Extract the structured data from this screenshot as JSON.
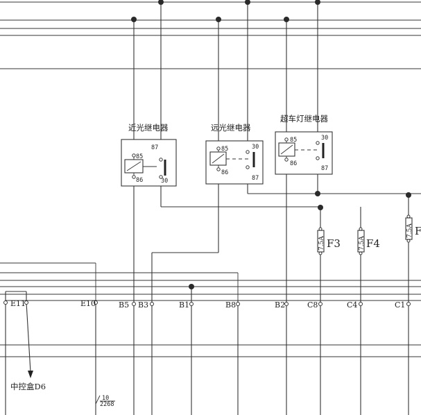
{
  "relays": [
    {
      "name": "近光继电器",
      "pins": [
        "85",
        "86",
        "87",
        "30"
      ]
    },
    {
      "name": "远光继电器",
      "pins": [
        "85",
        "86",
        "30",
        "87"
      ]
    },
    {
      "name": "超车灯继电器",
      "pins": [
        "85",
        "86",
        "30",
        "87"
      ]
    }
  ],
  "fuses": [
    {
      "label": "F3",
      "value": "7.5A"
    },
    {
      "label": "F4",
      "value": "7.5A"
    },
    {
      "label": "F",
      "value": "7.5A"
    }
  ],
  "connectors": [
    "E11",
    "E10",
    "B5",
    "B3",
    "B1",
    "B8",
    "B2",
    "C8",
    "C4",
    "C1"
  ],
  "annotations": {
    "central_box": "中控盒D6",
    "wire_code_top": "10",
    "wire_code_bottom": "2268"
  }
}
